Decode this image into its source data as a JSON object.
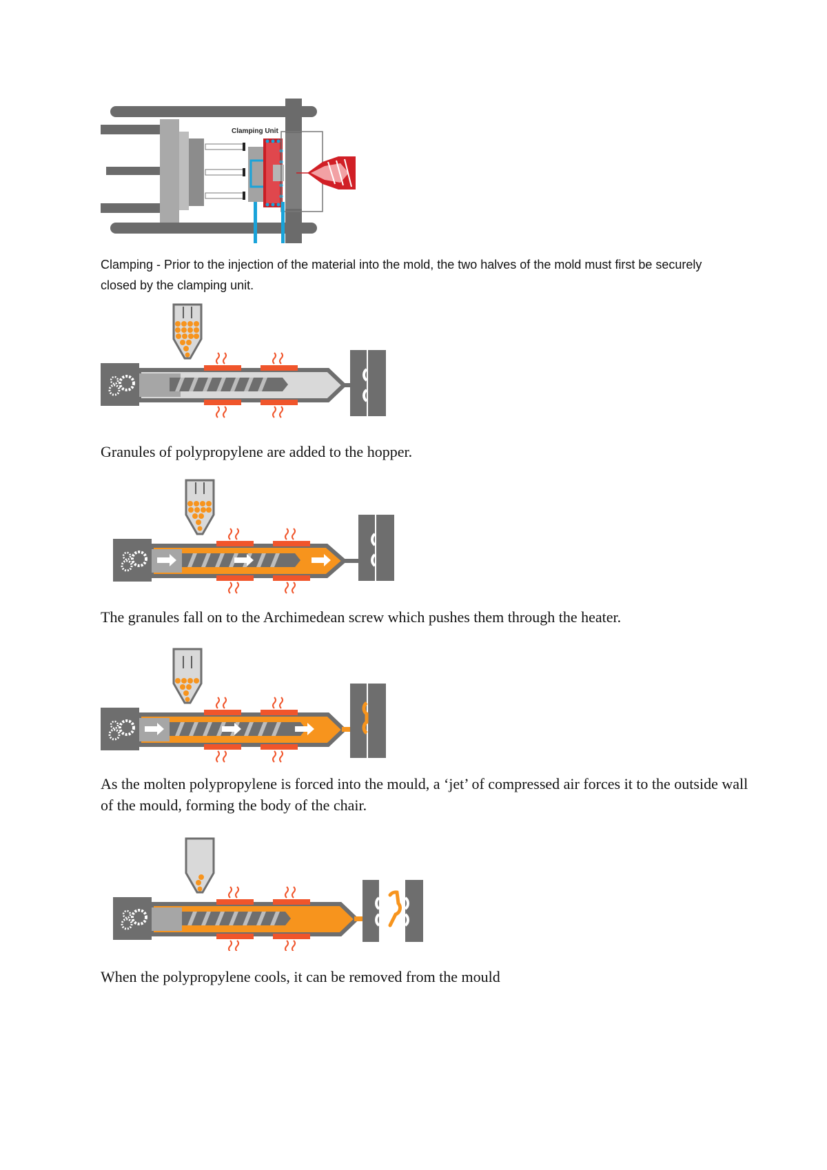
{
  "figures": {
    "clamping_unit_label": "Clamping Unit"
  },
  "captions": {
    "clamping": "Clamping - Prior to the injection of the material into the mold, the two halves of the mold must first be securely closed by the clamping unit.",
    "granules": "Granules of polypropylene are added to the hopper.",
    "screw": "The granules fall on to the Archimedean screw which pushes them through the heater.",
    "jet": "As the molten polypropylene is forced into the mould, a ‘jet’ of compressed air forces it to the outside wall of the mould, forming the body of the chair.",
    "cool": "When the polypropylene cools, it can be removed from the mould"
  },
  "colors": {
    "machine_grey": "#6e6e6e",
    "barrel_light": "#d9d9d9",
    "heater_orange": "#f0552b",
    "molten_orange": "#f7941d",
    "mould_red": "#d7191c",
    "cooling_blue": "#1aa3d9"
  }
}
